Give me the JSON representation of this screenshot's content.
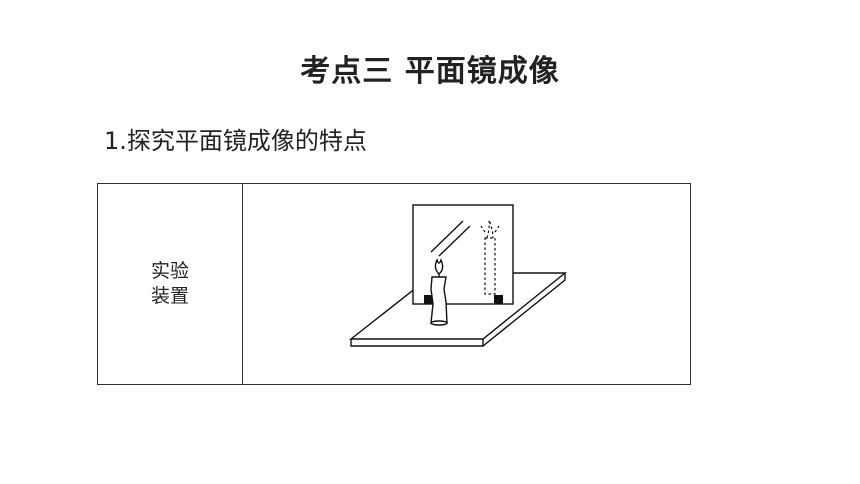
{
  "slide": {
    "title": "考点三   平面镜成像",
    "subtitle": "1.探究平面镜成像的特点"
  },
  "table": {
    "rows": [
      {
        "label_line1": "实验",
        "label_line2": "装置",
        "figure": "candle-mirror-apparatus"
      }
    ]
  }
}
